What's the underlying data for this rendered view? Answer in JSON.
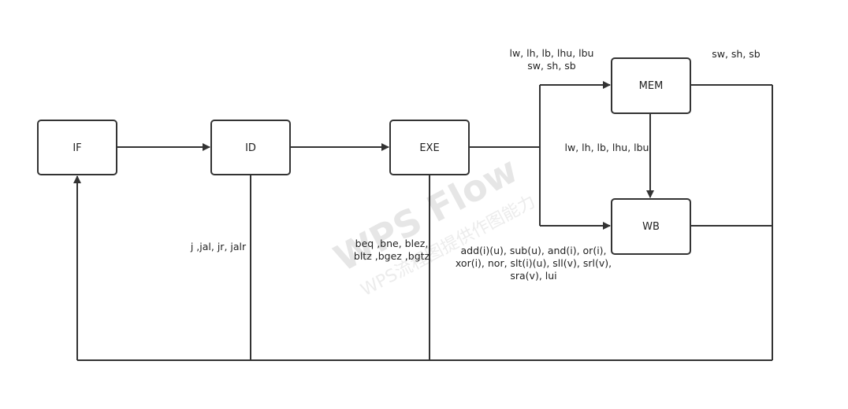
{
  "watermark": {
    "main": "WPS Flow",
    "sub": "WPS流程图提供作图能力"
  },
  "nodes": {
    "if": "IF",
    "id": "ID",
    "exe": "EXE",
    "mem": "MEM",
    "wb": "WB"
  },
  "labels": {
    "jump": "j ,jal, jr, jalr",
    "branch_line1": "beq ,bne, blez,",
    "branch_line2": "bltz ,bgez ,bgtz",
    "alu_line1": "add(i)(u), sub(u), and(i),  or(i),",
    "alu_line2": "xor(i), nor, slt(i)(u), sll(v), srl(v),",
    "alu_line3": "sra(v), lui",
    "mem_in_line1": "lw, lh, lb, lhu, lbu",
    "mem_in_line2": "sw, sh, sb",
    "mem_to_wb": "lw, lh, lb, lhu, lbu",
    "mem_out": "sw, sh, sb"
  },
  "colors": {
    "stroke": "#333333",
    "box_fill": "#ffffff",
    "text": "#222222",
    "watermark": "#e6e6e6"
  }
}
